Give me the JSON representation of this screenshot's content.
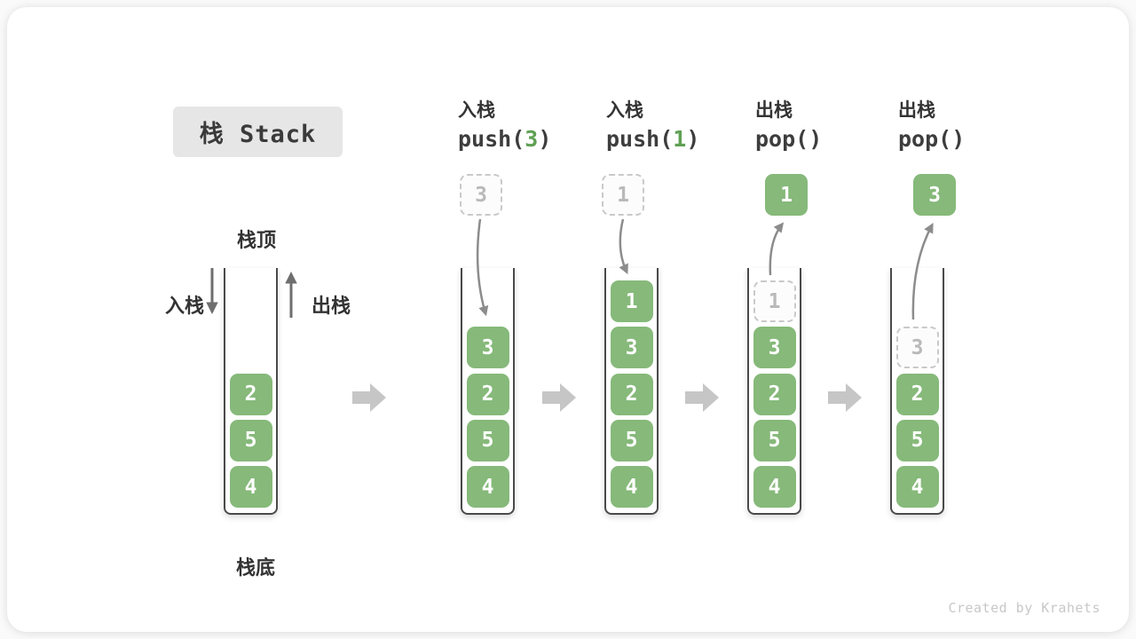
{
  "title": "栈 Stack",
  "side_labels": {
    "top": "栈顶",
    "bottom": "栈底",
    "push": "入栈",
    "pop": "出栈"
  },
  "operations": [
    {
      "label": "入栈",
      "code_pre": "push(",
      "code_arg": "3",
      "code_post": ")"
    },
    {
      "label": "入栈",
      "code_pre": "push(",
      "code_arg": "1",
      "code_post": ")"
    },
    {
      "label": "出栈",
      "code_pre": "pop(",
      "code_arg": "",
      "code_post": ")"
    },
    {
      "label": "出栈",
      "code_pre": "pop(",
      "code_arg": "",
      "code_post": ")"
    }
  ],
  "stacks": [
    {
      "cells": [
        {
          "value": "2"
        },
        {
          "value": "5"
        },
        {
          "value": "4"
        }
      ]
    },
    {
      "cells": [
        {
          "value": "3"
        },
        {
          "value": "2"
        },
        {
          "value": "5"
        },
        {
          "value": "4"
        }
      ],
      "float": {
        "value": "3",
        "style": "dashed"
      },
      "arrow": "push"
    },
    {
      "cells": [
        {
          "value": "1"
        },
        {
          "value": "3"
        },
        {
          "value": "2"
        },
        {
          "value": "5"
        },
        {
          "value": "4"
        }
      ],
      "float": {
        "value": "1",
        "style": "dashed"
      },
      "arrow": "push"
    },
    {
      "cells": [
        {
          "value": "1",
          "style": "ghost"
        },
        {
          "value": "3"
        },
        {
          "value": "2"
        },
        {
          "value": "5"
        },
        {
          "value": "4"
        }
      ],
      "float": {
        "value": "1",
        "style": "solid"
      },
      "arrow": "pop"
    },
    {
      "cells": [
        {
          "value": "3",
          "style": "ghost"
        },
        {
          "value": "2"
        },
        {
          "value": "5"
        },
        {
          "value": "4"
        }
      ],
      "float": {
        "value": "3",
        "style": "solid"
      },
      "arrow": "pop"
    }
  ],
  "watermark": "Created by Krahets",
  "colors": {
    "cell_green": "#86b97a",
    "code_arg_green": "#5fa053",
    "ghost_border": "#c9c9c9",
    "ghost_text": "#b9b9b9",
    "stack_wall": "#4a4a4a",
    "curved_arrow": "#8c8c8c",
    "side_arrow": "#6e6e6e",
    "block_arrow": "#c6c6c6",
    "title_bg": "#e6e6e6",
    "watermark_text": "#c8c8c8"
  }
}
